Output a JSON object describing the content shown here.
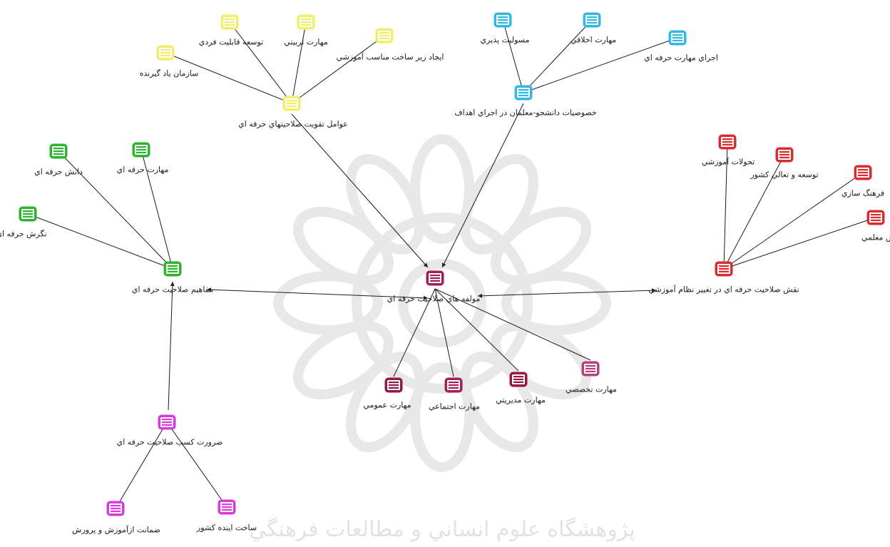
{
  "center": {
    "label": "مولفه هاي صلاحيت حرفه اي",
    "color": "#a01e5a"
  },
  "watermark_text": "پژوهشگاه علوم انساني و مطالعات فرهنگي",
  "groups": {
    "yellow": {
      "color": "#f2ee6a",
      "hub": "عوامل تقويت صلاحيتهاي حرفه اي",
      "items": [
        "توسعه قابليت فردي",
        "مهارت تربيتي",
        "ايجاد زير ساخت مناسب آموزشي",
        "سازمان ياد گيرنده"
      ]
    },
    "cyan": {
      "color": "#31b8e6",
      "hub": "خصوصيات دانشجو-معلمان در اجراي اهداف",
      "items": [
        "مسوليت پذيري",
        "مهارت اخلاقي",
        "اجراي مهارت حرفه اي"
      ]
    },
    "green": {
      "color": "#2cb52c",
      "hub": "مفاهيم صلاحيت حرفه اي",
      "items": [
        "دانش حرفه اي",
        "مهارت حرفه اي",
        "نگرش حرفه اي"
      ]
    },
    "red": {
      "color": "#d92b30",
      "hub": "نقش صلاحيت حرفه اي در تغيير نظام آموزشي",
      "items": [
        "تحولات آموزشي",
        "توسعه و تعالي كشور",
        "فرهنگ سازي",
        "تغيير نقش معلمي"
      ]
    },
    "magenta": {
      "color": "#d93ad9",
      "hub": "ضرورت كسب صلاحيت حرفه اي",
      "items": [
        "ضمانت ازآموزش و پرورش",
        "ساخت اينده كشور"
      ]
    },
    "crimson": {
      "items": [
        {
          "label": "مهارت عمومي",
          "color": "#8e1a47"
        },
        {
          "label": "مهارت اجتماعي",
          "color": "#a51e55"
        },
        {
          "label": "مهارت مديريتي",
          "color": "#941a3c"
        },
        {
          "label": "مهارت تخصصي",
          "color": "#b5407a"
        }
      ]
    }
  }
}
